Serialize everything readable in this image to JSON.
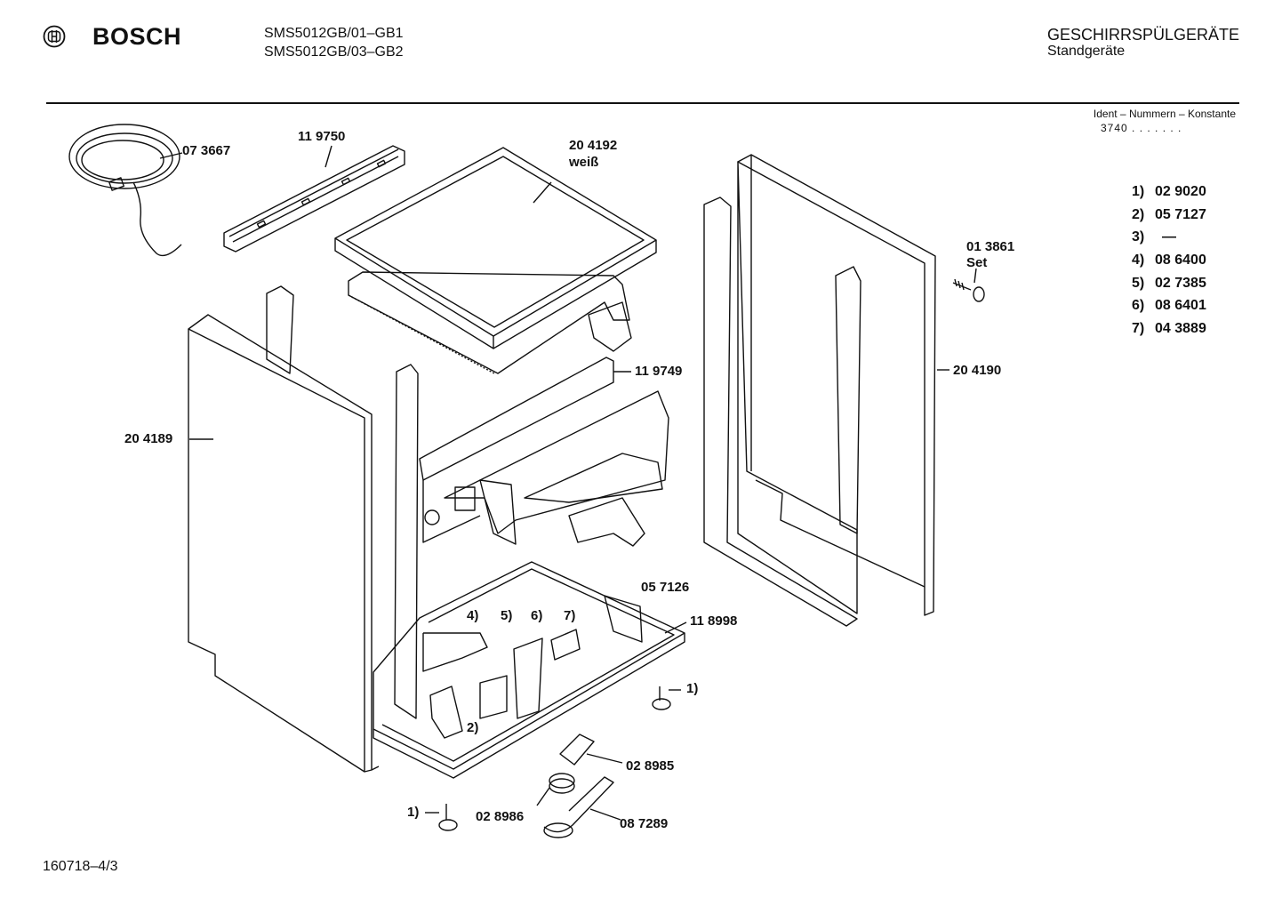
{
  "header": {
    "brand": "BOSCH",
    "models": [
      "SMS5012GB/01–GB1",
      "SMS5012GB/03–GB2"
    ],
    "category": "GESCHIRRSPÜLGERÄTE",
    "subcategory": "Standgeräte",
    "ident_label": "Ident – Nummern – Konstante",
    "ident_value": "3740 . . . . . . ."
  },
  "legend": [
    {
      "key": "1)",
      "number": "02 9020"
    },
    {
      "key": "2)",
      "number": "05 7127"
    },
    {
      "key": "3)",
      "number": "—"
    },
    {
      "key": "4)",
      "number": "08 6400"
    },
    {
      "key": "5)",
      "number": "02 7385"
    },
    {
      "key": "6)",
      "number": "08 6401"
    },
    {
      "key": "7)",
      "number": "04 3889"
    }
  ],
  "parts": {
    "cable": "07 3667",
    "front_rail": "11 9750",
    "worktop": "20 4192",
    "worktop_note": "weiß",
    "screw_set": "01 3861",
    "screw_set_note": "Set",
    "rear_rail": "11 9749",
    "right_frame": "20 4190",
    "side_panel": "20 4189",
    "bracket": "05 7126",
    "base": "11 8998",
    "switch": "02 8985",
    "cap": "02 8986",
    "sensor": "08 7289",
    "ref4": "4)",
    "ref5": "5)",
    "ref6": "6)",
    "ref7": "7)",
    "ref2": "2)",
    "ref1_right": "1)",
    "ref1_left": "1)"
  },
  "footer": {
    "code": "160718–4/3"
  }
}
